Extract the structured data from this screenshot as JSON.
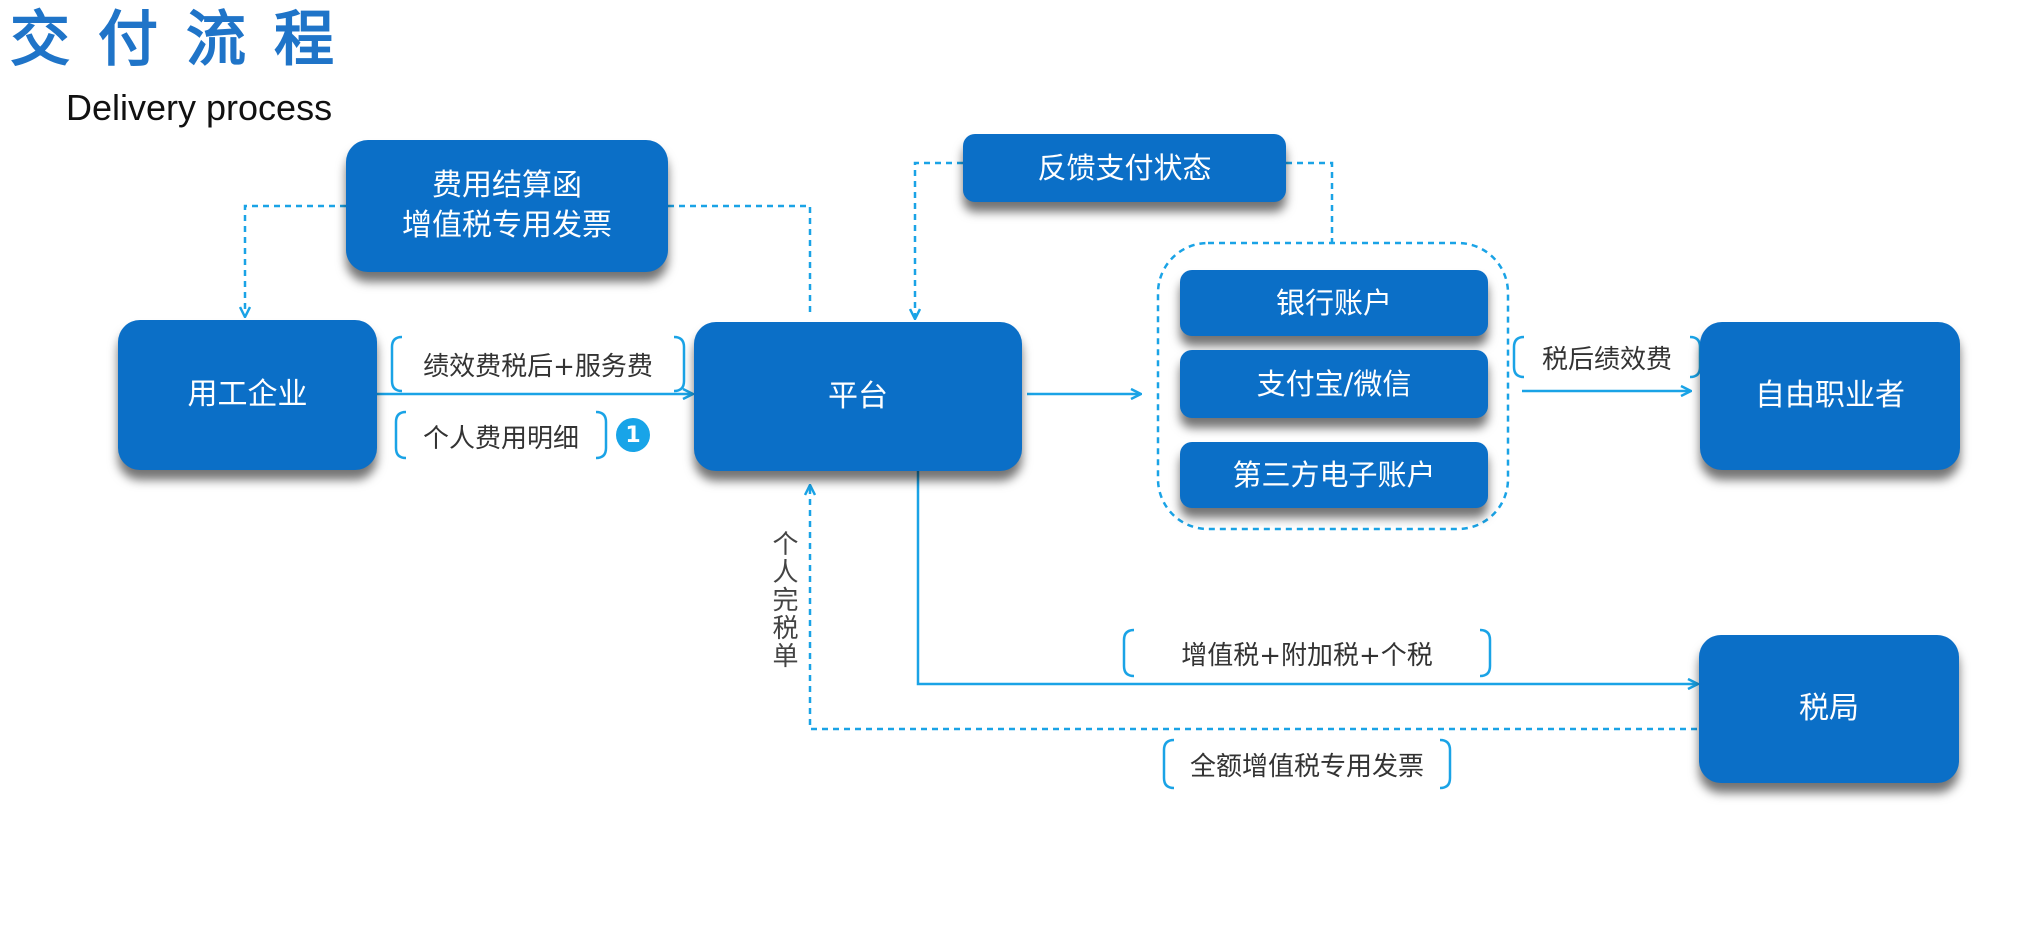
{
  "header": {
    "title": "交付流程",
    "subtitle": "Delivery process"
  },
  "nodes": {
    "invoice_box": {
      "line1": "费用结算函",
      "line2": "增值税专用发票"
    },
    "feedback_box": {
      "label": "反馈支付状态"
    },
    "employer": {
      "label": "用工企业"
    },
    "platform": {
      "label": "平台"
    },
    "bank": {
      "label": "银行账户"
    },
    "alipay": {
      "label": "支付宝/微信"
    },
    "third_party": {
      "label": "第三方电子账户"
    },
    "freelancer": {
      "label": "自由职业者"
    },
    "tax_bureau": {
      "label": "税局"
    }
  },
  "edge_labels": {
    "fees": "绩效费税后+服务费",
    "detail": "个人费用明细",
    "badge": "1",
    "after_tax": "税后绩效费",
    "taxes": "增值税+附加税+个税",
    "full_invoice": "全额增值税专用发票",
    "tax_slip": "个人完税单"
  },
  "colors": {
    "box": "#0b6fc7",
    "arrow": "#1aa3e6",
    "title": "#1f74c8"
  }
}
